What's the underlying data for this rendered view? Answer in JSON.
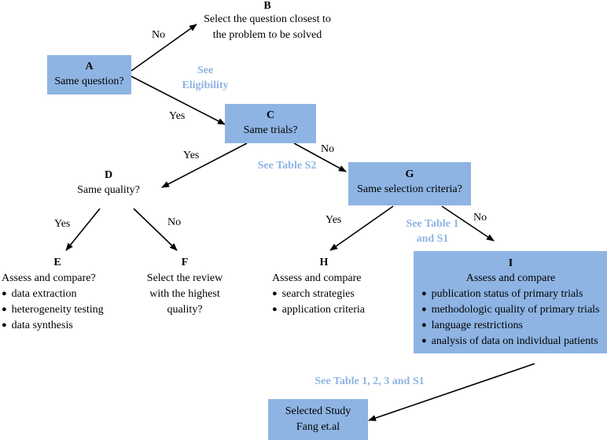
{
  "nodes": {
    "A": {
      "letter": "A",
      "text": "Same question?"
    },
    "B": {
      "letter": "B",
      "lines": [
        "Select the question closest to",
        "the problem to be solved"
      ]
    },
    "C": {
      "letter": "C",
      "text": "Same trials?"
    },
    "D": {
      "letter": "D",
      "text": "Same quality?"
    },
    "E": {
      "letter": "E",
      "text": "Assess and compare?",
      "bullets": [
        "data extraction",
        "heterogeneity testing",
        "data synthesis"
      ]
    },
    "F": {
      "letter": "F",
      "lines": [
        "Select the review",
        "with the highest",
        "quality?"
      ]
    },
    "G": {
      "letter": "G",
      "text": "Same selection criteria?"
    },
    "H": {
      "letter": "H",
      "text": "Assess and compare",
      "bullets": [
        "search strategies",
        "application criteria"
      ]
    },
    "I": {
      "letter": "I",
      "text": "Assess and compare",
      "bullets": [
        "publication status of primary trials",
        "methodologic quality of primary trials",
        "language restrictions",
        "analysis of data on individual patients"
      ]
    },
    "S": {
      "lines": [
        "Selected Study",
        "Fang et.al"
      ]
    }
  },
  "edge_labels": {
    "a_b": "No",
    "a_c": "Yes",
    "c_d": "Yes",
    "c_g": "No",
    "d_e": "Yes",
    "d_f": "No",
    "g_h": "Yes",
    "g_i": "No"
  },
  "notes": {
    "eligibility": [
      "See",
      "Eligibility"
    ],
    "table_s2": "See Table S2",
    "table_1_s1": [
      "See Table 1",
      "and S1"
    ],
    "table_all": "See Table 1, 2, 3 and S1"
  },
  "colors": {
    "box_fill": "#8eb4e3",
    "note_text": "#8eb4e3",
    "arrow": "#000000"
  }
}
